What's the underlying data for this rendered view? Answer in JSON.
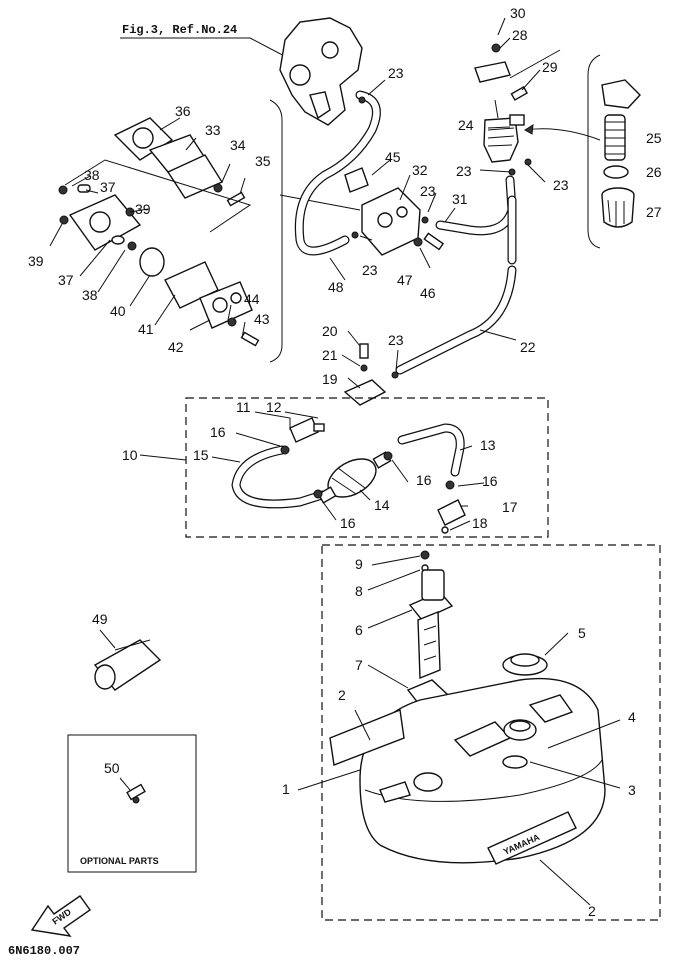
{
  "diagram": {
    "reference": "Fig.3, Ref.No.24",
    "optional_parts": "OPTIONAL PARTS",
    "brand_on_tank": "YAMAHA",
    "fwd": "FWD",
    "footer_code": "6N6180.007",
    "labels": {
      "l1": "1",
      "l2a": "2",
      "l2b": "2",
      "l3": "3",
      "l4": "4",
      "l5": "5",
      "l6": "6",
      "l7": "7",
      "l8": "8",
      "l9": "9",
      "l10": "10",
      "l11": "11",
      "l12": "12",
      "l13": "13",
      "l14": "14",
      "l15": "15",
      "l16a": "16",
      "l16b": "16",
      "l16c": "16",
      "l16d": "16",
      "l17": "17",
      "l18": "18",
      "l19": "19",
      "l20": "20",
      "l21": "21",
      "l22": "22",
      "l23a": "23",
      "l23b": "23",
      "l23c": "23",
      "l23d": "23",
      "l23e": "23",
      "l23f": "23",
      "l24": "24",
      "l25": "25",
      "l26": "26",
      "l27": "27",
      "l28": "28",
      "l29": "29",
      "l30": "30",
      "l31": "31",
      "l32": "32",
      "l33": "33",
      "l34": "34",
      "l35": "35",
      "l36": "36",
      "l37a": "37",
      "l37b": "37",
      "l38a": "38",
      "l38b": "38",
      "l39a": "39",
      "l39b": "39",
      "l40": "40",
      "l41": "41",
      "l42": "42",
      "l43": "43",
      "l44": "44",
      "l45": "45",
      "l46": "46",
      "l47": "47",
      "l48": "48",
      "l49": "49",
      "l50": "50"
    }
  }
}
